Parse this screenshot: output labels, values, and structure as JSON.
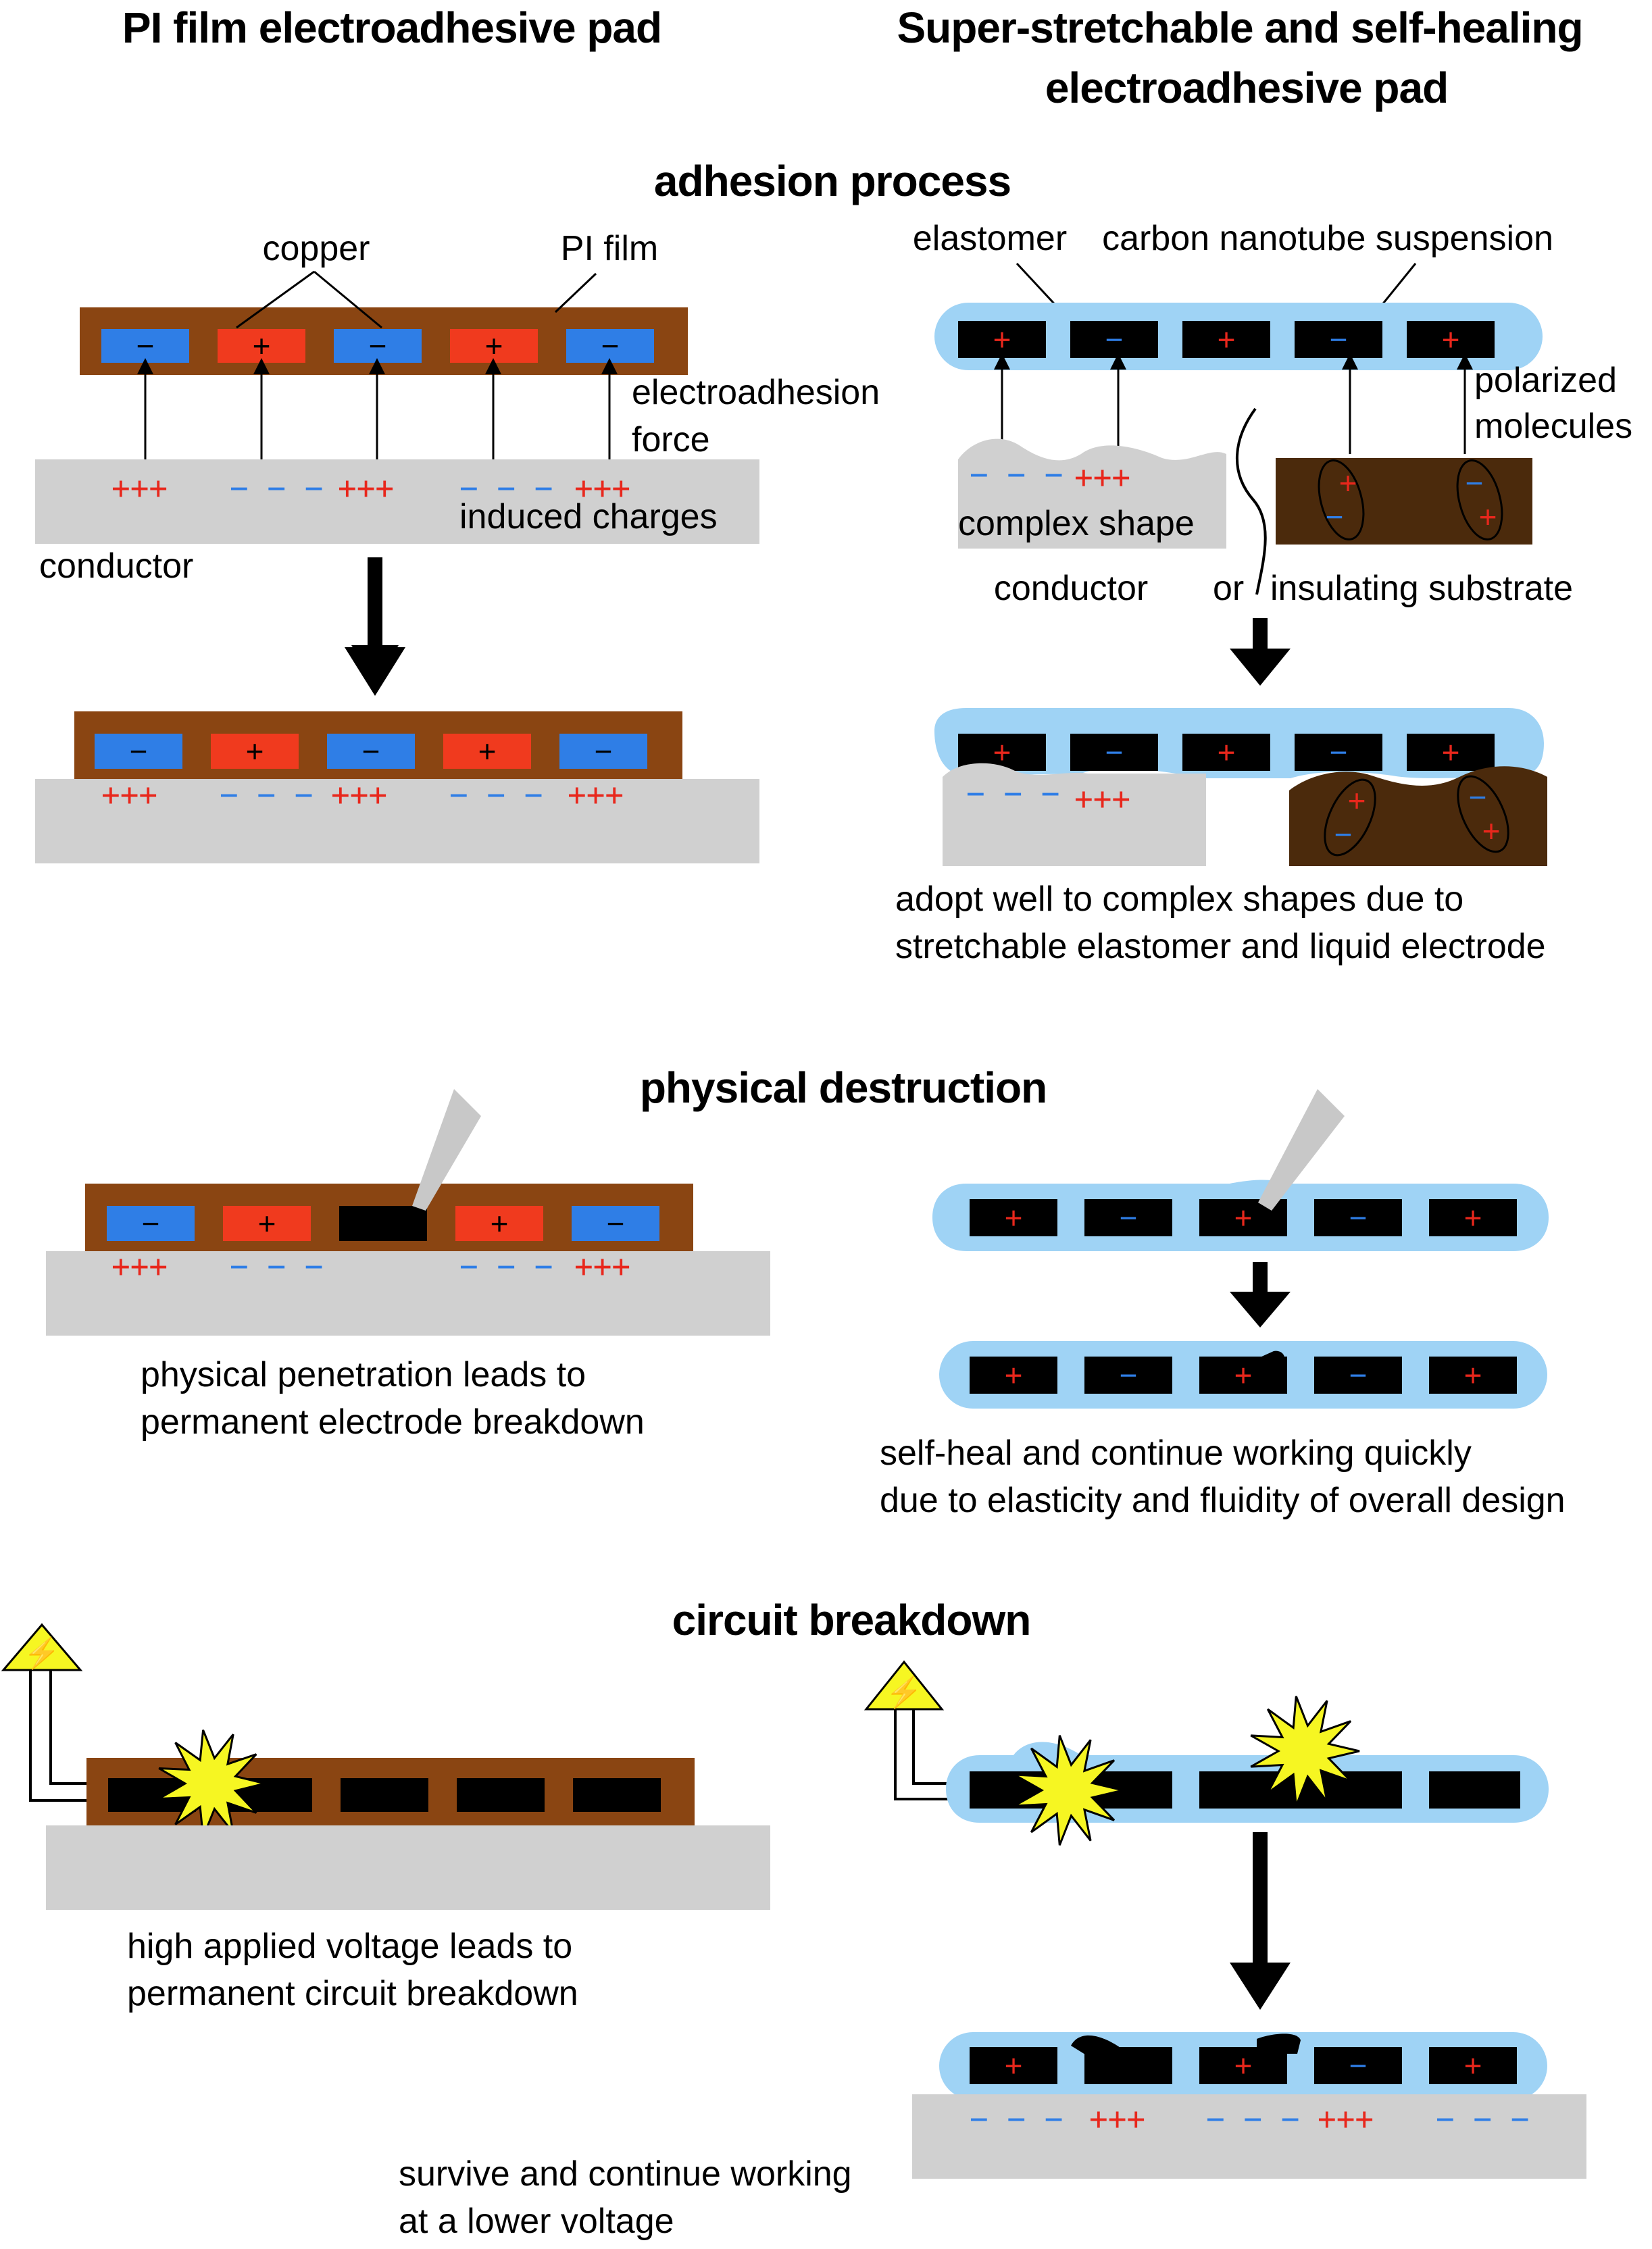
{
  "headers": {
    "left": "PI film electroadhesive pad",
    "right_line1": "Super-stretchable and self-healing",
    "right_line2": "electroadhesive pad"
  },
  "sections": {
    "adhesion": "adhesion process",
    "physical": "physical destruction",
    "circuit": "circuit breakdown"
  },
  "labels": {
    "copper": "copper",
    "pi_film": "PI film",
    "electroadhesion_1": "electroadhesion",
    "electroadhesion_2": "force",
    "induced_charges": "induced charges",
    "conductor_left": "conductor",
    "elastomer": "elastomer",
    "cnt_suspension": "carbon nanotube suspension",
    "polarized_1": "polarized",
    "polarized_2": "molecules",
    "complex_shape": "complex shape",
    "conductor_right": "conductor",
    "or": "or",
    "insulating_substrate": "insulating substrate",
    "adopt_1": "adopt well to complex shapes due to",
    "adopt_2": "stretchable elastomer and liquid electrode",
    "penetration_1": "physical penetration leads to",
    "penetration_2": "permanent electrode breakdown",
    "selfheal_1": "self-heal and continue working quickly",
    "selfheal_2": "due to elasticity and fluidity of overall design",
    "voltage_1": "high applied voltage leads to",
    "voltage_2": "permanent circuit breakdown",
    "survive_1": "survive and continue working",
    "survive_2": "at a lower voltage"
  },
  "symbols": {
    "plus": "+",
    "minus": "−",
    "plus3": "+++",
    "minus3": "− − −",
    "lightning": "⚡"
  },
  "colors": {
    "pi_film": "#8a4512",
    "copper_negative": "#2f7ee6",
    "copper_positive": "#f03a1e",
    "elastomer": "#9fd3f5",
    "cnt_electrode": "#000000",
    "substrate": "#d0d0d0",
    "insulator": "#4b2a0c",
    "plus_charge": "#e8271c",
    "minus_charge": "#2f7ee6",
    "spark": "#f6f622",
    "warning": "#f6f622"
  }
}
